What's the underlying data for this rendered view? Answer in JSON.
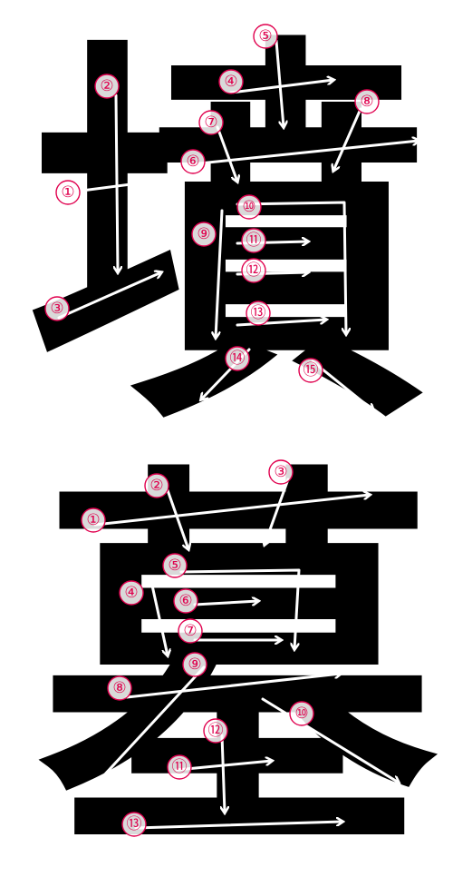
{
  "characters": [
    {
      "glyph": "墳",
      "stroke_count": 15
    },
    {
      "glyph": "墓",
      "stroke_count": 13
    }
  ],
  "stroke_numbers_1": [
    "①",
    "②",
    "③",
    "④",
    "⑤",
    "⑥",
    "⑦",
    "⑧",
    "⑨",
    "⑩",
    "⑪",
    "⑫",
    "⑬",
    "⑭",
    "⑮"
  ],
  "stroke_numbers_2": [
    "①",
    "②",
    "③",
    "④",
    "⑤",
    "⑥",
    "⑦",
    "⑧",
    "⑨",
    "⑩",
    "⑪",
    "⑫",
    "⑬"
  ],
  "colors": {
    "glyph": "#000000",
    "arrow": "#ffffff",
    "number": "#e0004e",
    "background": "#ffffff"
  }
}
